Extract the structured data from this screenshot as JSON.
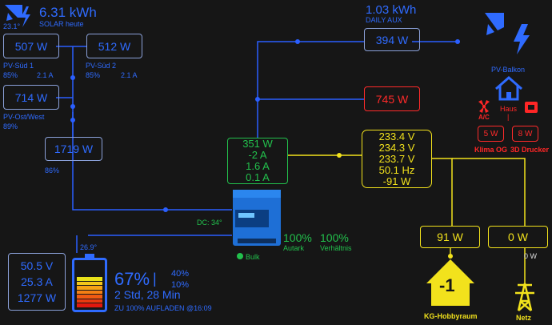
{
  "solar": {
    "value": "6.31 kWh",
    "label": "SOLAR heute",
    "temp": "23.1°"
  },
  "pv_sued1": {
    "value": "507 W",
    "label": "PV-Süd 1",
    "pct": "85%",
    "amps": "2.1 A"
  },
  "pv_sued2": {
    "value": "512 W",
    "label": "PV-Süd 2",
    "pct": "85%",
    "amps": "2.1 A"
  },
  "pv_ostwest": {
    "value": "714 W",
    "label": "PV-Ost/West",
    "pct": "89%"
  },
  "pv_total": {
    "value": "1719 W",
    "pct": "86%"
  },
  "aux": {
    "kwh": "1.03 kWh",
    "label": "DAILY AUX",
    "value": "394 W"
  },
  "balkon": {
    "label": "PV-Balkon"
  },
  "house": {
    "value": "745 W",
    "label": "Haus"
  },
  "klima": {
    "tag": "A/C",
    "value": "5 W",
    "label": "Klima OG"
  },
  "drucker": {
    "value": "8 W",
    "label": "3D Drucker"
  },
  "inverter": {
    "lines": [
      "351 W",
      "-2 A",
      "1.6 A",
      "0.1 A"
    ],
    "dc": "DC: 34°",
    "state": "Bulk",
    "state_color": "#22c04c"
  },
  "grid": {
    "lines": [
      "233.4 V",
      "234.3 V",
      "233.7 V",
      "50.1 Hz",
      "-91 W"
    ]
  },
  "autark": {
    "value": "100%",
    "label": "Autark"
  },
  "verhaeltnis": {
    "value": "100%",
    "label": "Verhältnis"
  },
  "kg": {
    "value": "91 W",
    "label": "KG-Hobbyraum",
    "badge": "-1"
  },
  "netz": {
    "value": "0 W",
    "sub": "0 W",
    "label": "Netz"
  },
  "battery": {
    "temp": "26.9°",
    "volts": "50.5 V",
    "amps": "25.3 A",
    "watts": "1277 W",
    "soc": "67%",
    "soc_fraction": 0.67,
    "sep": "|",
    "min": "40%",
    "max": "10%",
    "time": "2 Std, 28 Min",
    "charge": "ZU 100% AUFLADEN @16:09"
  },
  "colors": {
    "blue": "#2f6bff",
    "red": "#ff2626",
    "green": "#22c04c",
    "yellow": "#f2e21c"
  }
}
